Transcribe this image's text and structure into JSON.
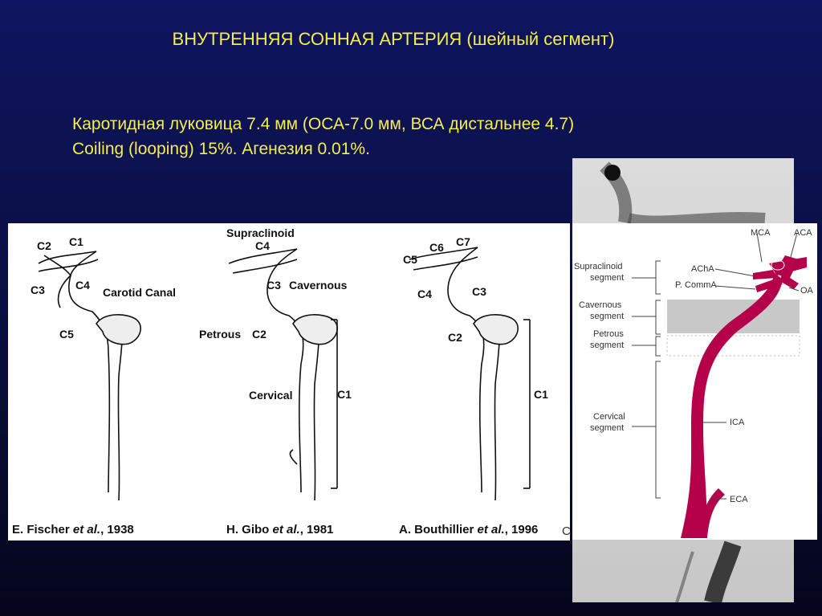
{
  "slide": {
    "title": "ВНУТРЕННЯЯ СОННАЯ  АРТЕРИЯ (шейный сегмент)",
    "line1": "Каротидная луковица 7.4 мм (ОСА-7.0 мм, ВСА дистальнее 4.7)",
    "line2": "Coiling (looping) 15%. Агенезия 0.01%."
  },
  "fischer": {
    "c1": "C1",
    "c2": "C2",
    "c3": "C3",
    "c4": "C4",
    "c5": "C5",
    "carotid": "Carotid Canal",
    "caption_a": "E. Fischer ",
    "caption_b": "et al.",
    "caption_c": ", 1938"
  },
  "gibo": {
    "supra": "Supraclinoid",
    "c4": "C4",
    "c3": "C3",
    "cav": "Cavernous",
    "petrous": "Petrous",
    "c2": "C2",
    "cervical": "Cervical",
    "c1": "C1",
    "caption_a": "H. Gibo ",
    "caption_b": "et al.",
    "caption_c": ", 1981"
  },
  "bouthillier": {
    "c6": "C6",
    "c7": "C7",
    "c5": "C5",
    "c4": "C4",
    "c3": "C3",
    "c2": "C2",
    "c1": "C1",
    "caption_a": "A. Bouthillier ",
    "caption_b": "et al.",
    "caption_c": ", 1996",
    "stray": "C"
  },
  "right": {
    "mca": "MCA",
    "aca": "ACA",
    "acha": "AChA",
    "pcomma": "P. CommA",
    "oa": "OA",
    "ica": "ICA",
    "eca": "ECA",
    "supra1": "Supraclinoid",
    "supra2": "segment",
    "cav1": "Cavernous",
    "cav2": "segment",
    "pet1": "Petrous",
    "pet2": "segment",
    "cerv1": "Cervical",
    "cerv2": "segment"
  },
  "colors": {
    "vessel": "#b5004a",
    "title": "#f5ee4a"
  }
}
